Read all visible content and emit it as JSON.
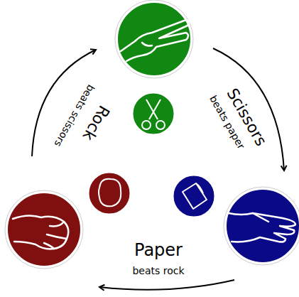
{
  "diagram": {
    "labels": [
      "Rock",
      "beats scissors",
      "Scissors",
      "beats paper",
      "Paper",
      "beats rock"
    ]
  }
}
